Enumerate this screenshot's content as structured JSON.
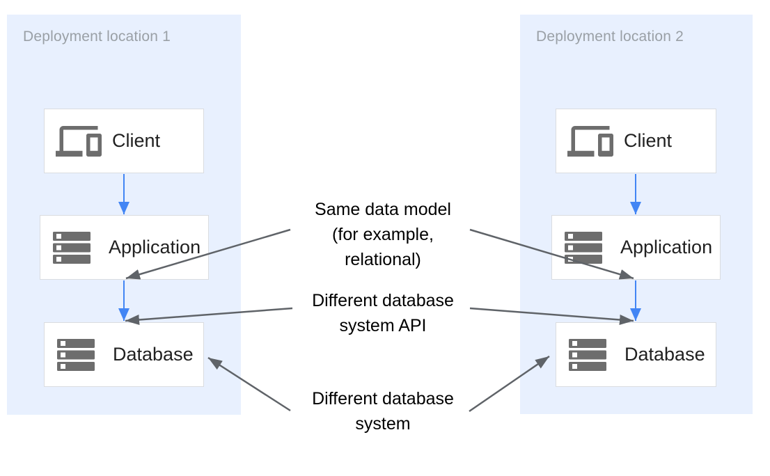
{
  "diagram": {
    "panels": [
      {
        "title": "Deployment location 1",
        "nodes": [
          {
            "label": "Client",
            "icon": "devices-icon"
          },
          {
            "label": "Application",
            "icon": "stack-icon"
          },
          {
            "label": "Database",
            "icon": "stack-icon"
          }
        ]
      },
      {
        "title": "Deployment location 2",
        "nodes": [
          {
            "label": "Client",
            "icon": "devices-icon"
          },
          {
            "label": "Application",
            "icon": "stack-icon"
          },
          {
            "label": "Database",
            "icon": "stack-icon"
          }
        ]
      }
    ],
    "annotations": [
      {
        "text": "Same data model\n(for example,\nrelational)"
      },
      {
        "text": "Different database\nsystem API"
      },
      {
        "text": "Different database\nsystem"
      }
    ],
    "colors": {
      "panel_bg": "#e8f0fe",
      "panel_title": "#9aa0a6",
      "node_border": "#dadce0",
      "node_label": "#212121",
      "icon": "#6d6d6d",
      "flow_arrow": "#4285f4",
      "annotation_arrow": "#5f6368",
      "annotation_text": "#000000"
    }
  }
}
